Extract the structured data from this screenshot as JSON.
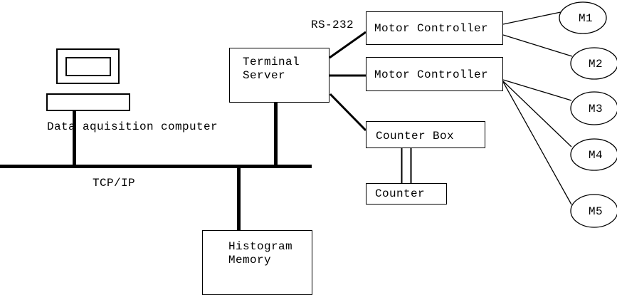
{
  "diagram": {
    "type": "block-diagram",
    "background_color": "#ffffff",
    "line_color": "#000000"
  },
  "labels": {
    "bus": "TCP/IP",
    "serial": "RS-232"
  },
  "nodes": {
    "data_acquisition": {
      "label": "Data aquisition computer"
    },
    "terminal_server": {
      "label": "Terminal\nServer"
    },
    "motor_controller_1": {
      "label": "Motor Controller"
    },
    "motor_controller_2": {
      "label": "Motor Controller"
    },
    "counter_box": {
      "label": "Counter Box"
    },
    "counter": {
      "label": "Counter"
    },
    "histogram_memory": {
      "label": "Histogram\nMemory"
    },
    "motors": [
      {
        "label": "M1"
      },
      {
        "label": "M2"
      },
      {
        "label": "M3"
      },
      {
        "label": "M4"
      },
      {
        "label": "M5"
      }
    ]
  },
  "connections": [
    "data-acquisition-computer to TCP/IP bus",
    "terminal-server to TCP/IP bus",
    "TCP/IP bus to histogram-memory",
    "terminal-server to motor-controller-1 (RS-232)",
    "terminal-server to motor-controller-2 (RS-232)",
    "terminal-server to counter-box (RS-232)",
    "motor-controller-1 to M1",
    "motor-controller-1 to M2",
    "motor-controller-2 to M3",
    "motor-controller-2 to M4",
    "motor-controller-2 to M5",
    "counter-box to counter (double line)"
  ]
}
